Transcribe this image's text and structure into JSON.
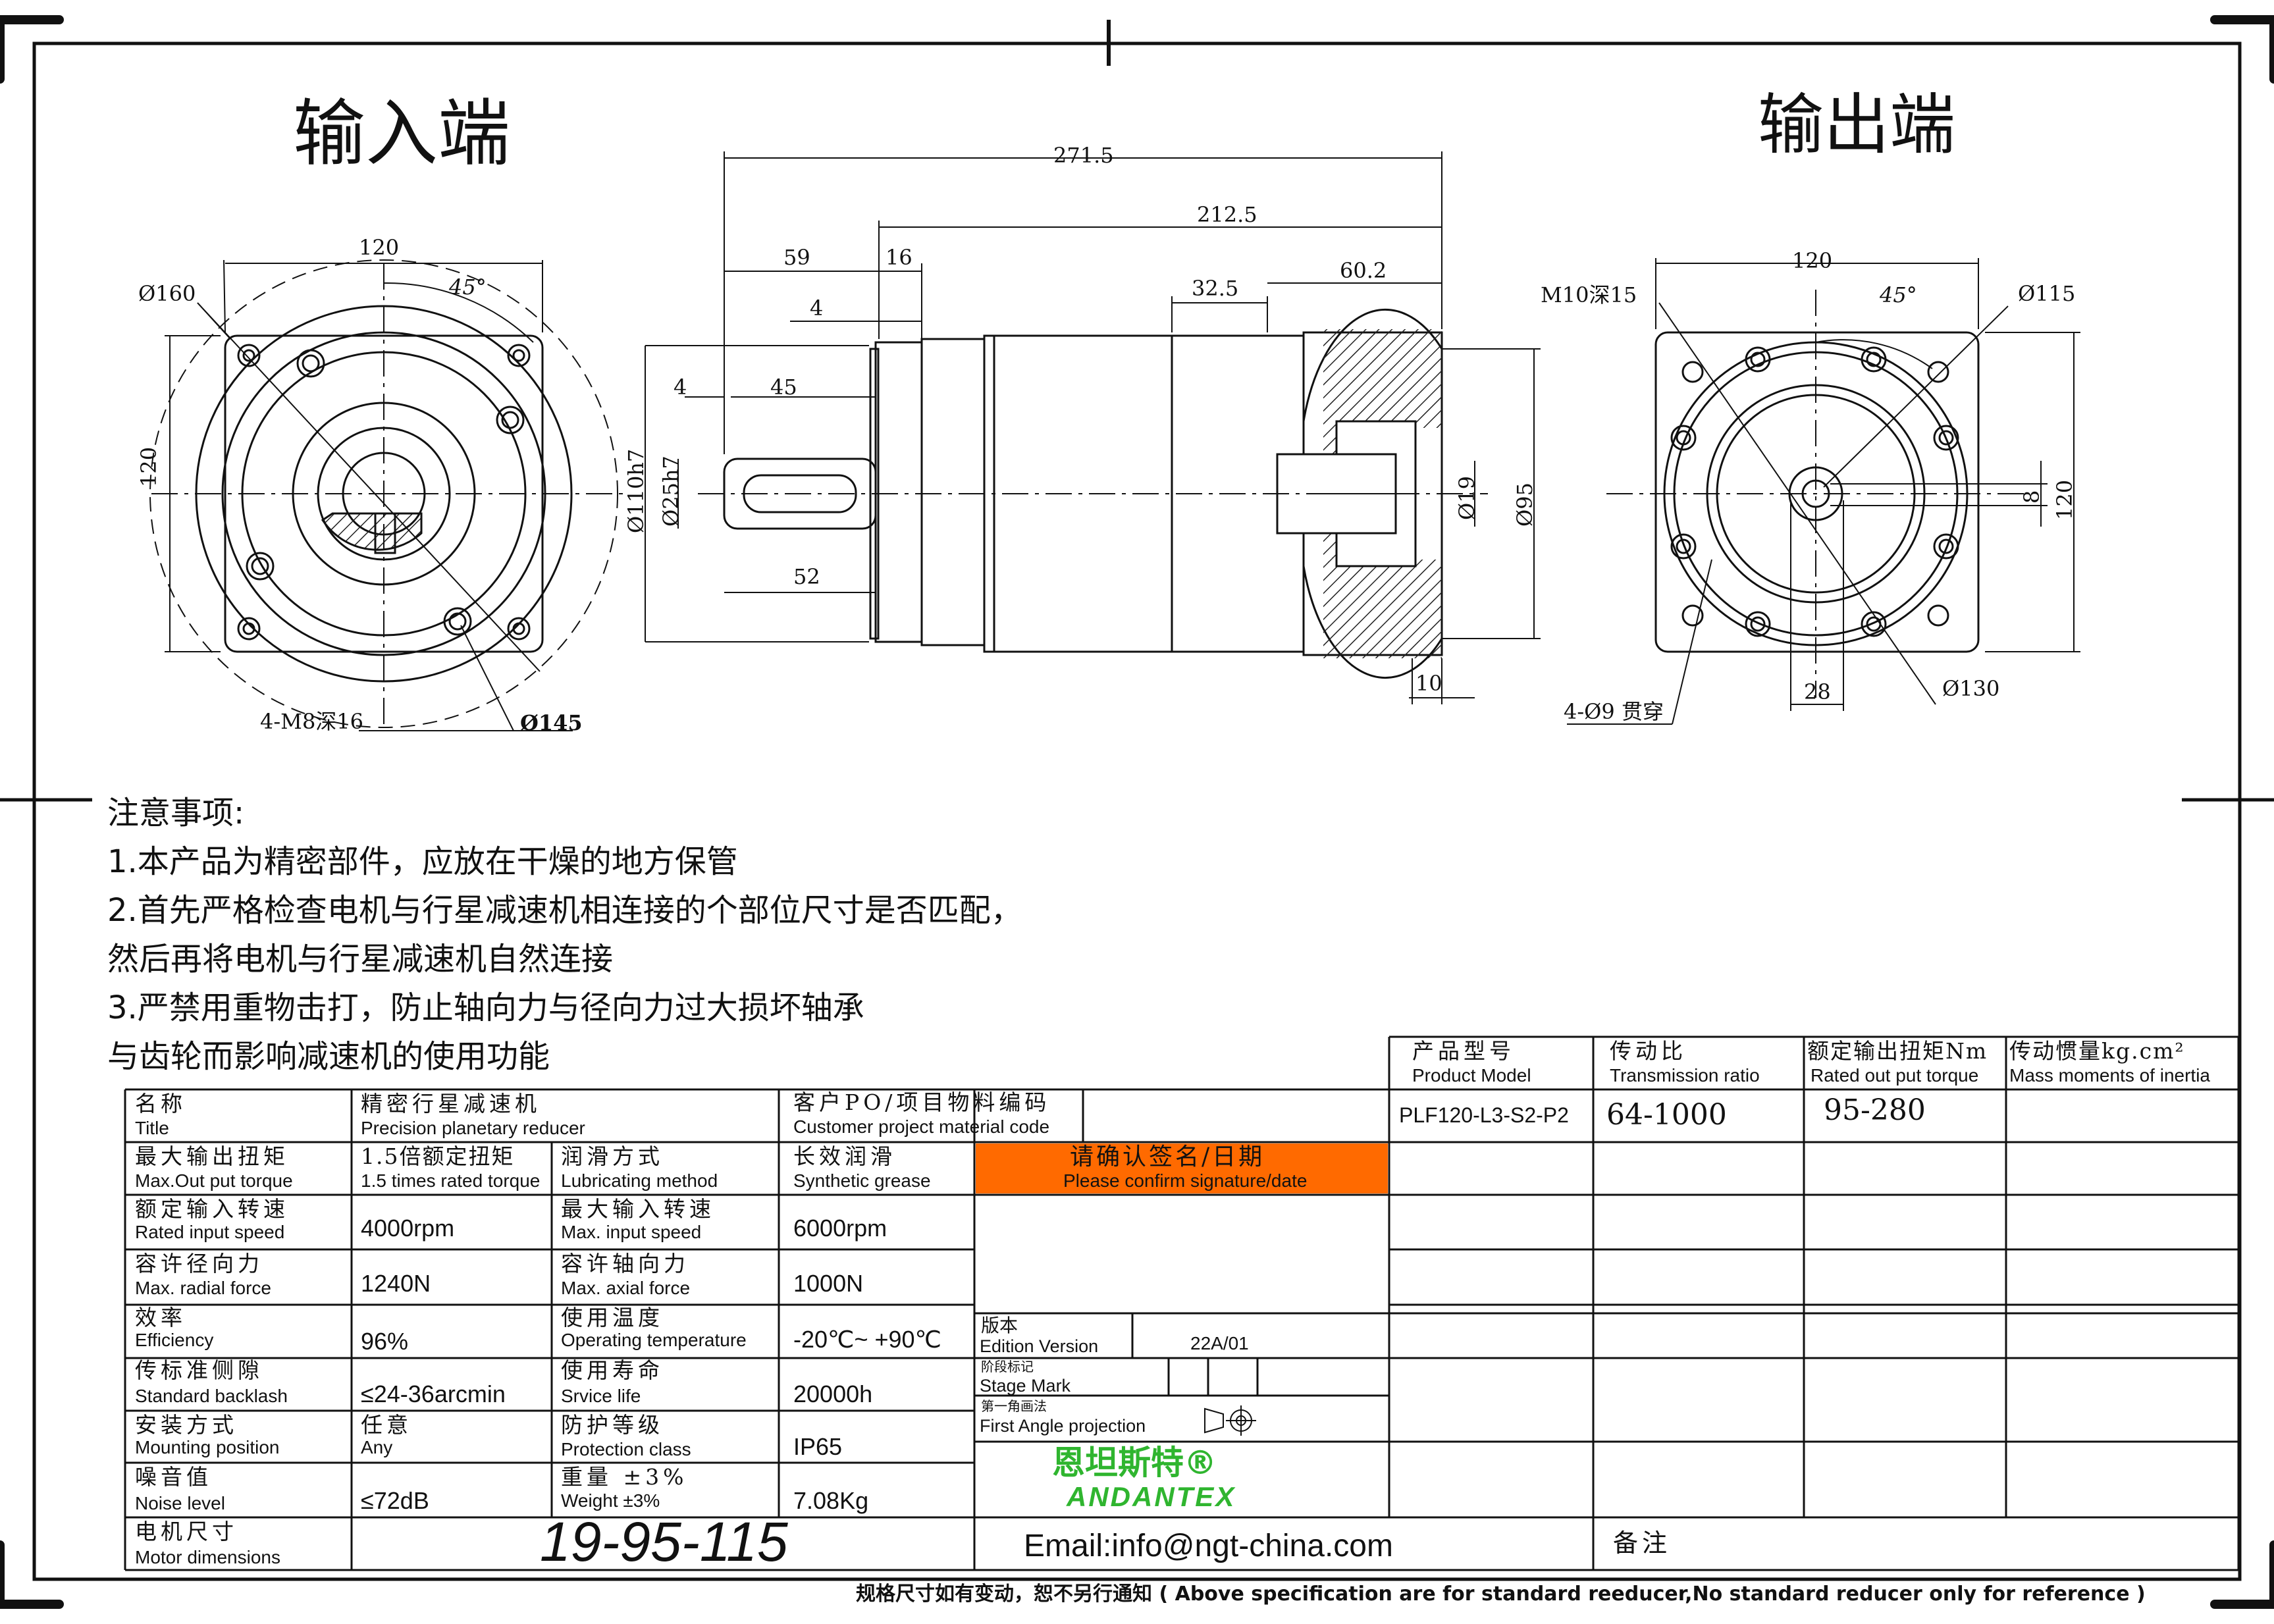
{
  "views": {
    "input_title": "输入端",
    "output_title": "输出端"
  },
  "dims": {
    "in_120_top": "120",
    "in_120_side": "120",
    "in_160": "Ø160",
    "in_45": "45°",
    "in_m8": "4-M8深16",
    "in_145": "Ø145",
    "side_271": "271.5",
    "side_212": "212.5",
    "side_59": "59",
    "side_16": "16",
    "side_4a": "4",
    "side_4b": "4",
    "side_45": "45",
    "side_52": "52",
    "side_110": "Ø110h7",
    "side_25": "Ø25h7",
    "side_325": "32.5",
    "side_602": "60.2",
    "side_19": "Ø19",
    "side_95": "Ø95",
    "side_10": "10",
    "out_120_top": "120",
    "out_120_side": "120",
    "out_m10": "M10深15",
    "out_45": "45°",
    "out_115": "Ø115",
    "out_8": "8",
    "out_28": "28",
    "out_130": "Ø130",
    "out_49": "4-Ø9 贯穿"
  },
  "notes": {
    "title": "注意事项:",
    "line1": "1.本产品为精密部件，应放在干燥的地方保管",
    "line2": "2.首先严格检查电机与行星减速机相连接的个部位尺寸是否匹配，",
    "line3": "然后再将电机与行星减速机自然连接",
    "line4": "3.严禁用重物击打，防止轴向力与径向力过大损坏轴承",
    "line5": "与齿轮而影响减速机的使用功能"
  },
  "spec": {
    "title_cn": "名称",
    "title_en": "Title",
    "title_val_cn": "精密行星减速机",
    "title_val_en": "Precision planetary reducer",
    "cust_cn": "客户PO/项目物料编码",
    "cust_en": "Customer project material code",
    "maxtorque_cn": "最大输出扭矩",
    "maxtorque_en": "Max.Out put torque",
    "rated15_cn": "1.5倍额定扭矩",
    "rated15_en": "1.5 times rated torque",
    "lube_cn": "润滑方式",
    "lube_en": "Lubricating method",
    "lube_val_cn": "长效润滑",
    "lube_val_en": "Synthetic grease",
    "ris_cn": "额定输入转速",
    "ris_en": "Rated input speed",
    "ris_val": "4000rpm",
    "mis_cn": "最大输入转速",
    "mis_en": "Max. input speed",
    "mis_val": "6000rpm",
    "rad_cn": "容许径向力",
    "rad_en": "Max. radial force",
    "rad_val": "1240N",
    "ax_cn": "容许轴向力",
    "ax_en": "Max. axial force",
    "ax_val": "1000N",
    "eff_cn": "效率",
    "eff_en": "Efficiency",
    "eff_val": "96%",
    "temp_cn": "使用温度",
    "temp_en": "Operating temperature",
    "temp_val": "-20℃~ +90℃",
    "back_cn": "传标准侧隙",
    "back_en": "Standard backlash",
    "back_val": "≤24-36arcmin",
    "life_cn": "使用寿命",
    "life_en": "Srvice life",
    "life_val": "20000h",
    "mount_cn": "安装方式",
    "mount_en": "Mounting position",
    "mount_val_cn": "任意",
    "mount_val_en": "Any",
    "prot_cn": "防护等级",
    "prot_en": "Protection class",
    "prot_val": "IP65",
    "noise_cn": "噪音值",
    "noise_en": "Noise level",
    "noise_val": "≤72dB",
    "weight_cn": "重量 ±3%",
    "weight_en": "Weight ±3%",
    "weight_val": "7.08Kg",
    "motor_cn": "电机尺寸",
    "motor_en": "Motor dimensions",
    "motor_val": "19-95-115"
  },
  "confirm": {
    "cn": "请确认签名/日期",
    "en": "Please confirm signature/date",
    "bg": "#ff6a00"
  },
  "edition": {
    "ver_cn": "版本",
    "ver_en": "Edition Version",
    "ver_val": "22A/01",
    "stage_cn": "阶段标记",
    "stage_en": "Stage Mark",
    "proj_cn": "第一角画法",
    "proj_en": "First Angle projection"
  },
  "brand": {
    "cn": "恩坦斯特®",
    "en": "ANDANTEX",
    "color": "#2fb52f"
  },
  "email": "Email:info@ngt-china.com",
  "remark": "备注",
  "model": {
    "pm_cn": "产品型号",
    "pm_en": "Product Model",
    "tr_cn": "传动比",
    "tr_en": "Transmission ratio",
    "rt_cn": "额定输出扭矩Nm",
    "rt_en": "Rated out put torque",
    "mm_cn": "传动惯量kg.cm²",
    "mm_en": "Mass moments of inertia",
    "pm_val": "PLF120-L3-S2-P2",
    "tr_val": "64-1000",
    "rt_val": "95-280"
  },
  "footer": "规格尺寸如有变动，恕不另行通知 ( Above specification are for standard reeducer,No standard reducer only for reference )"
}
